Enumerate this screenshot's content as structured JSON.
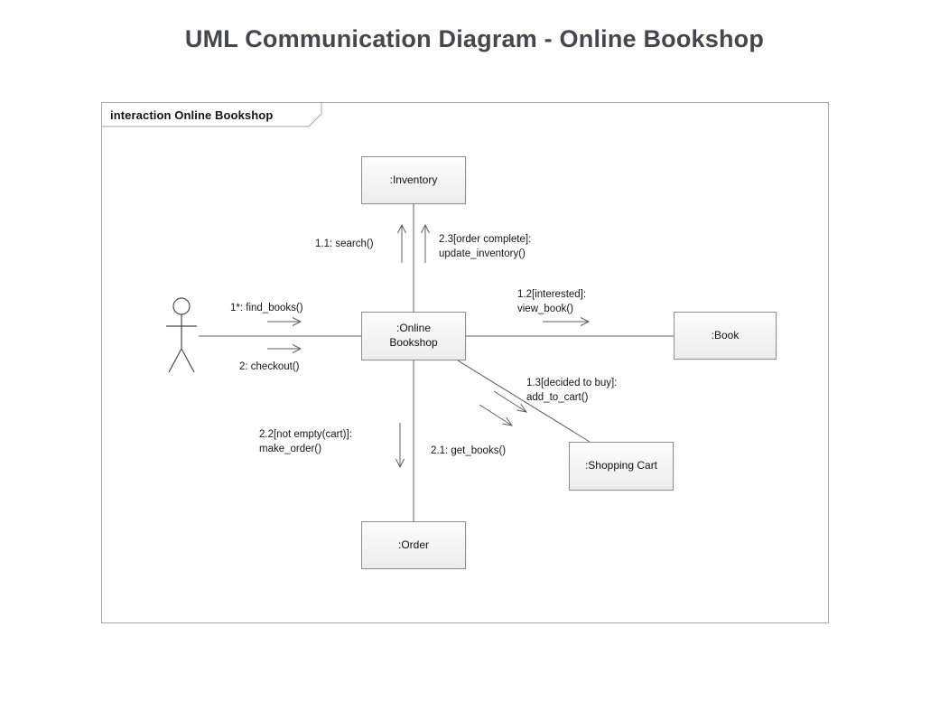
{
  "title": "UML Communication Diagram - Online Bookshop",
  "frame": {
    "label": "interaction Online Bookshop"
  },
  "objects": {
    "inventory": {
      "label": ":Inventory"
    },
    "online_bookshop": {
      "label": ":Online\nBookshop"
    },
    "book": {
      "label": ":Book"
    },
    "shopping_cart": {
      "label": ":Shopping Cart"
    },
    "order": {
      "label": ":Order"
    }
  },
  "messages": {
    "find_books": {
      "label": "1*: find_books()"
    },
    "checkout": {
      "label": "2: checkout()"
    },
    "search": {
      "label": "1.1: search()"
    },
    "update_inventory": {
      "label": "2.3[order complete]:\nupdate_inventory()"
    },
    "view_book": {
      "label": "1.2[interested]:\nview_book()"
    },
    "add_to_cart": {
      "label": "1.3[decided to buy]:\nadd_to_cart()"
    },
    "make_order": {
      "label": "2.2[not empty(cart)]:\nmake_order()"
    },
    "get_books": {
      "label": "2.1: get_books()"
    }
  },
  "colors": {
    "title_text": "#46464e",
    "frame_border": "#a6a6a6",
    "box_border": "#8f8f8f",
    "connector_line": "#5f5f5f",
    "message_text": "#14141c"
  }
}
